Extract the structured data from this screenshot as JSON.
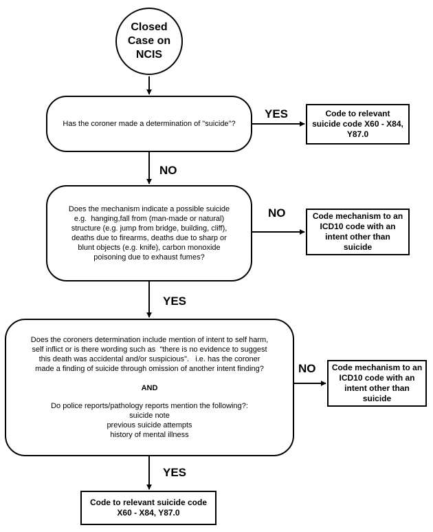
{
  "start": {
    "lines": [
      "Closed",
      "Case on",
      "NCIS"
    ]
  },
  "q1": {
    "text": "Has the coroner made a determination of \"suicide\"?"
  },
  "q1_yes_label": "YES",
  "q1_yes_box": {
    "lines": [
      "Code to relevant",
      "suicide code X60 - X84,",
      "Y87.0"
    ]
  },
  "q1_no_label": "NO",
  "q2": {
    "lines": [
      "Does the mechanism indicate a possible suicide",
      "e.g.  hanging,fall from (man-made or natural)",
      "structure (e.g. jump from bridge, building, cliff),",
      "deaths due to firearms, deaths due to sharp or",
      "blunt objects (e.g. knife), carbon monoxide",
      "poisoning due to exhaust fumes?"
    ]
  },
  "q2_no_label": "NO",
  "q2_no_box": {
    "lines": [
      "Code mechanism to an",
      "ICD10 code with an",
      "intent other than",
      "suicide"
    ]
  },
  "q2_yes_label": "YES",
  "q3": {
    "lines_a": [
      "Does the coroners determination include mention of intent to self harm,",
      "self inflict or is there wording such as  \"there is no evidence to suggest",
      "this death was accidental and/or suspicious\".   i.e. has the coroner",
      "made a finding of suicide through omission of another intent finding?"
    ],
    "and": "AND",
    "lines_b": [
      "Do police reports/pathology reports mention the following?:",
      "suicide note",
      "previous suicide attempts",
      "history of mental illness"
    ]
  },
  "q3_no_label": "NO",
  "q3_no_box": {
    "lines": [
      "Code mechanism to an",
      "ICD10 code with an",
      "intent other than",
      "suicide"
    ]
  },
  "q3_yes_label": "YES",
  "final_box": {
    "lines": [
      "Code to relevant suicide code",
      "X60 - X84, Y87.0"
    ]
  }
}
